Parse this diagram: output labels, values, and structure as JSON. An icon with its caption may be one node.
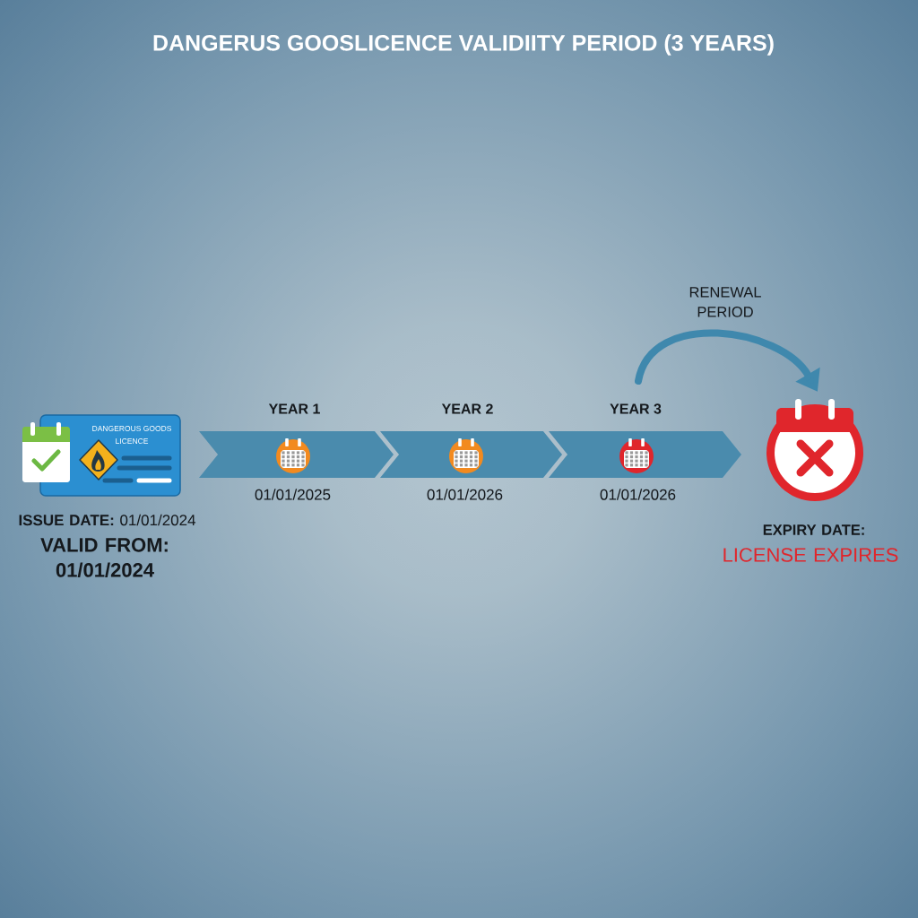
{
  "diagram": {
    "title": "DANGERUS GOOSLICENCE VALIDIITY PERIOD (3 YEARS)",
    "nodes": [
      {
        "text": [
          "DANGEROUS GOODS LICENCE"
        ],
        "beside": [
          "**ISSUE DATE:** 01/01/2024",
          "VALID FROM: 01/01/2024"
        ]
      },
      {
        "text": [
          "YEAR 1"
        ],
        "beside": [
          "01/01/2025"
        ]
      },
      {
        "text": [
          "YEAR 2"
        ],
        "beside": [
          "01/01/2026"
        ]
      },
      {
        "text": [
          "YEAR 3"
        ],
        "beside": [
          "01/01/2026"
        ]
      },
      {
        "text": [],
        "shape": "picture",
        "beside": [
          "EXPIRY DATE:",
          "LICENSE EXPIRES"
        ]
      }
    ],
    "edges": [
      {
        "from": 3,
        "to": 4,
        "arrow": "to",
        "label": "RENEWAL PERIOD"
      }
    ]
  }
}
